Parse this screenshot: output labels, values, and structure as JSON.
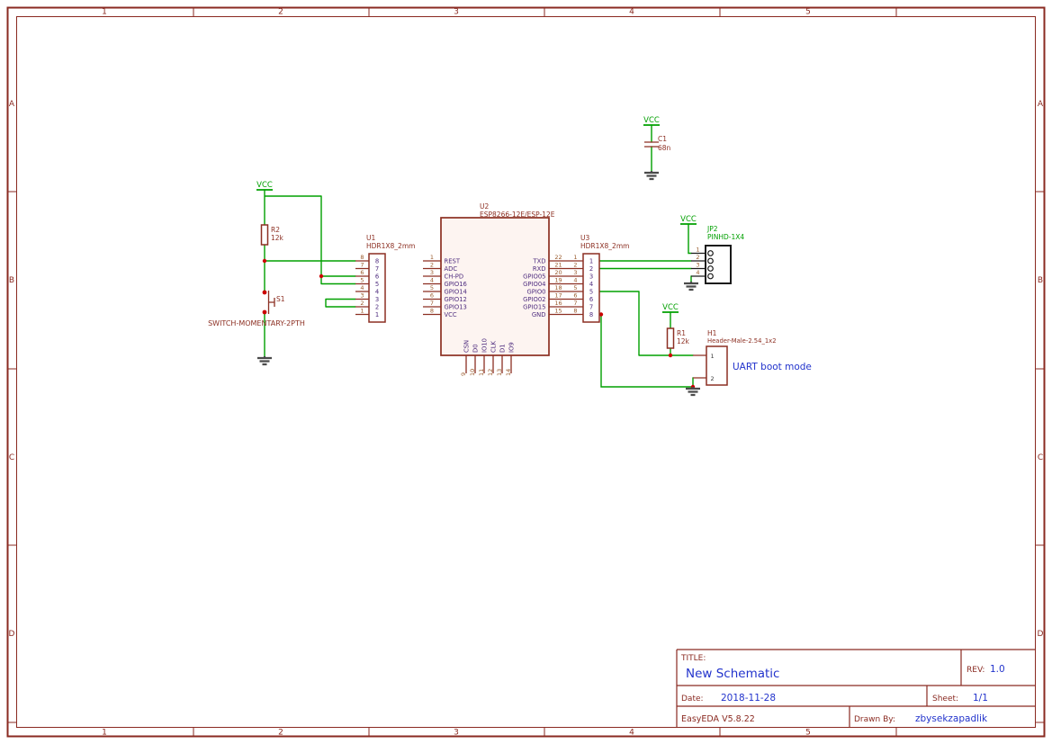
{
  "frame": {
    "columns": [
      "1",
      "2",
      "3",
      "4",
      "5"
    ],
    "rows": [
      "A",
      "B",
      "C",
      "D"
    ]
  },
  "title_block": {
    "title_label": "TITLE:",
    "title": "New Schematic",
    "rev_label": "REV:",
    "rev": "1.0",
    "date_label": "Date:",
    "date": "2018-11-28",
    "sheet_label": "Sheet:",
    "sheet": "1/1",
    "software": "EasyEDA V5.8.22",
    "drawn_by_label": "Drawn By:",
    "drawn_by": "zbysekzapadlik"
  },
  "net_labels": {
    "vcc": "VCC"
  },
  "annotations": {
    "uart_boot_mode": "UART boot mode"
  },
  "components": {
    "c1": {
      "ref": "C1",
      "value": "68n"
    },
    "r1": {
      "ref": "R1",
      "value": "12k"
    },
    "r2": {
      "ref": "R2",
      "value": "12k"
    },
    "s1": {
      "ref": "S1",
      "value": "SWITCH-MOMENTARY-2PTH"
    },
    "u1": {
      "ref": "U1",
      "value": "HDR1X8_2mm",
      "pins": [
        "8",
        "7",
        "6",
        "5",
        "4",
        "3",
        "2",
        "1"
      ]
    },
    "u3": {
      "ref": "U3",
      "value": "HDR1X8_2mm",
      "pins": [
        "1",
        "2",
        "3",
        "4",
        "5",
        "6",
        "7",
        "8"
      ]
    },
    "jp2": {
      "ref": "JP2",
      "value": "PINHD-1X4",
      "pins": [
        "1",
        "2",
        "3",
        "4"
      ]
    },
    "h1": {
      "ref": "H1",
      "value": "Header-Male-2.54_1x2",
      "pins": [
        "1",
        "2"
      ]
    },
    "u2": {
      "ref": "U2",
      "value": "ESP8266-12E/ESP-12E",
      "left_pins": [
        {
          "num": "1",
          "name": "REST"
        },
        {
          "num": "2",
          "name": "ADC"
        },
        {
          "num": "3",
          "name": "CH-PD"
        },
        {
          "num": "4",
          "name": "GPIO16"
        },
        {
          "num": "5",
          "name": "GPIO14"
        },
        {
          "num": "6",
          "name": "GPIO12"
        },
        {
          "num": "7",
          "name": "GPIO13"
        },
        {
          "num": "8",
          "name": "VCC"
        }
      ],
      "right_pins": [
        {
          "num": "22",
          "name": "TXD"
        },
        {
          "num": "21",
          "name": "RXD"
        },
        {
          "num": "20",
          "name": "GPIO05"
        },
        {
          "num": "19",
          "name": "GPIO04"
        },
        {
          "num": "18",
          "name": "GPIO0"
        },
        {
          "num": "17",
          "name": "GPIO02"
        },
        {
          "num": "16",
          "name": "GPIO15"
        },
        {
          "num": "15",
          "name": "GND"
        }
      ],
      "bottom_pins": [
        {
          "num": "9",
          "name": "CSN"
        },
        {
          "num": "10",
          "name": "D0"
        },
        {
          "num": "11",
          "name": "IO10"
        },
        {
          "num": "12",
          "name": "CLK"
        },
        {
          "num": "13",
          "name": "D1"
        },
        {
          "num": "14",
          "name": "IO9"
        }
      ]
    }
  },
  "colors": {
    "wire_green": "#00a000",
    "part_red": "#8c2f22",
    "pin_number_brown": "#9a5b2d",
    "pin_name_purple": "#4f2d7f",
    "junction_red": "#cc0000",
    "frame_red": "#8a2a21",
    "value_blue": "#2233cc",
    "ground_gray": "#4a4a4a",
    "jp2_black": "#1a1a1a"
  }
}
